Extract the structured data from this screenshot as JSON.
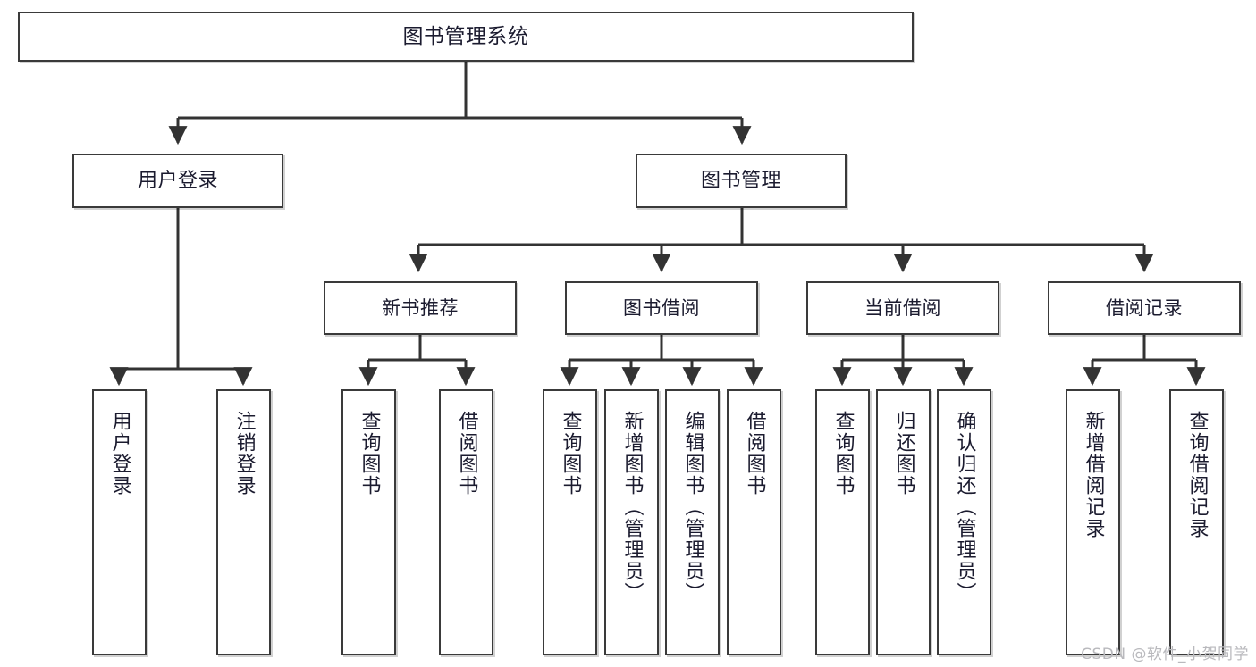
{
  "diagram": {
    "title": "图书管理系统",
    "type": "tree",
    "watermark": "CSDN @软件_小贺同学",
    "colors": {
      "border": "#3a3a3a",
      "text": "#1b1b2f",
      "background": "#ffffff",
      "watermark": "#b9b9bd"
    },
    "nodes": {
      "root": {
        "label": "图书管理系统"
      },
      "level2": [
        {
          "id": "user-login",
          "label": "用户登录"
        },
        {
          "id": "book-manage",
          "label": "图书管理"
        }
      ],
      "level3": [
        {
          "id": "new-book-recommend",
          "label": "新书推荐"
        },
        {
          "id": "book-borrow",
          "label": "图书借阅"
        },
        {
          "id": "current-borrow",
          "label": "当前借阅"
        },
        {
          "id": "borrow-record",
          "label": "借阅记录"
        }
      ],
      "leaves": [
        {
          "id": "leaf-user-login",
          "label": "用户登录",
          "parent": "user-login"
        },
        {
          "id": "leaf-user-logout",
          "label": "注销登录",
          "parent": "user-login"
        },
        {
          "id": "leaf-query-book-1",
          "label": "查询图书",
          "parent": "new-book-recommend"
        },
        {
          "id": "leaf-borrow-book-1",
          "label": "借阅图书",
          "parent": "new-book-recommend"
        },
        {
          "id": "leaf-query-book-2",
          "label": "查询图书",
          "parent": "book-borrow"
        },
        {
          "id": "leaf-add-book",
          "label": "新增图书（管理员）",
          "parent": "book-borrow"
        },
        {
          "id": "leaf-edit-book",
          "label": "编辑图书（管理员）",
          "parent": "book-borrow"
        },
        {
          "id": "leaf-borrow-book-2",
          "label": "借阅图书",
          "parent": "book-borrow"
        },
        {
          "id": "leaf-query-book-3",
          "label": "查询图书",
          "parent": "current-borrow"
        },
        {
          "id": "leaf-return-book",
          "label": "归还图书",
          "parent": "current-borrow"
        },
        {
          "id": "leaf-confirm-return",
          "label": "确认归还（管理员）",
          "parent": "current-borrow"
        },
        {
          "id": "leaf-add-record",
          "label": "新增借阅记录",
          "parent": "borrow-record"
        },
        {
          "id": "leaf-query-record",
          "label": "查询借阅记录",
          "parent": "borrow-record"
        }
      ]
    }
  }
}
